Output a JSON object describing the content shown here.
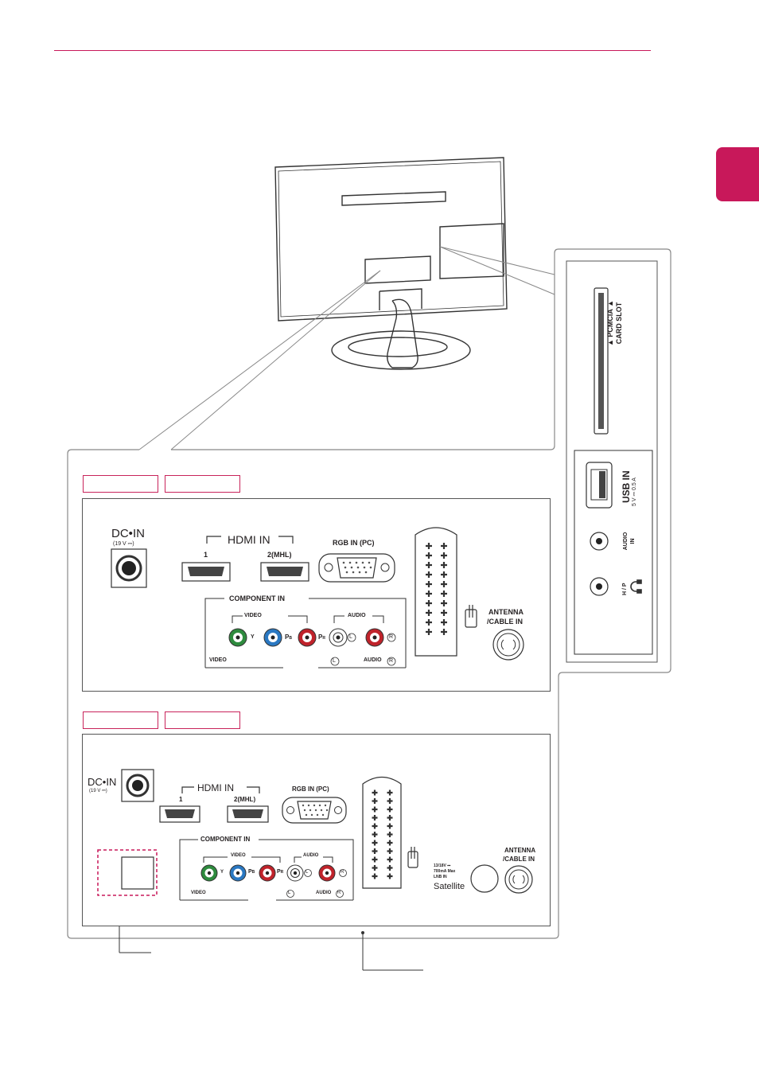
{
  "colors": {
    "accent": "#c8185a",
    "line": "#333333",
    "green": "#2e8b3e",
    "blue": "#2a78c2",
    "red": "#c0232b"
  },
  "panel_a": {
    "dc_in": "DC",
    "dc_in_suffix": "IN",
    "dc_rating": "(19 V",
    "hdmi_in": "HDMI IN",
    "hdmi1": "1",
    "hdmi2": "2(MHL)",
    "rgb_in": "RGB IN (PC)",
    "component_in": "COMPONENT IN",
    "video": "VIDEO",
    "audio": "AUDIO",
    "y": "Y",
    "pb": "P",
    "pb_sub": "B",
    "pr": "P",
    "pr_sub": "R",
    "l": "L",
    "r": "R",
    "bottom_video": "VIDEO",
    "bottom_l": "L",
    "bottom_audio": "AUDIO",
    "bottom_r": "R",
    "antenna": "ANTENNA",
    "cable_in": "/CABLE IN"
  },
  "panel_b": {
    "dc_in": "DC",
    "dc_in_suffix": "IN",
    "dc_rating": "(19 V",
    "hdmi_in": "HDMI IN",
    "hdmi1": "1",
    "hdmi2": "2(MHL)",
    "rgb_in": "RGB IN (PC)",
    "component_in": "COMPONENT IN",
    "video": "VIDEO",
    "audio": "AUDIO",
    "y": "Y",
    "pb": "P",
    "pb_sub": "B",
    "pr": "P",
    "pr_sub": "R",
    "l": "L",
    "r": "R",
    "bottom_video": "VIDEO",
    "bottom_l": "L",
    "bottom_audio": "AUDIO",
    "bottom_r": "R",
    "lnb_line1": "13/18V",
    "lnb_line2": "700mA Max",
    "lnb_line3": "LNB IN",
    "satellite": "Satellite",
    "antenna": "ANTENNA",
    "cable_in": "/CABLE IN"
  },
  "side_panel": {
    "pcmcia_line1": "PCMCIA",
    "pcmcia_line2": "CARD SLOT",
    "usb_in": "USB IN",
    "usb_rating": "5 V",
    "usb_current": "0.5 A",
    "audio_in_line1": "AUDIO",
    "audio_in_line2": "IN",
    "hp": "H / P"
  }
}
